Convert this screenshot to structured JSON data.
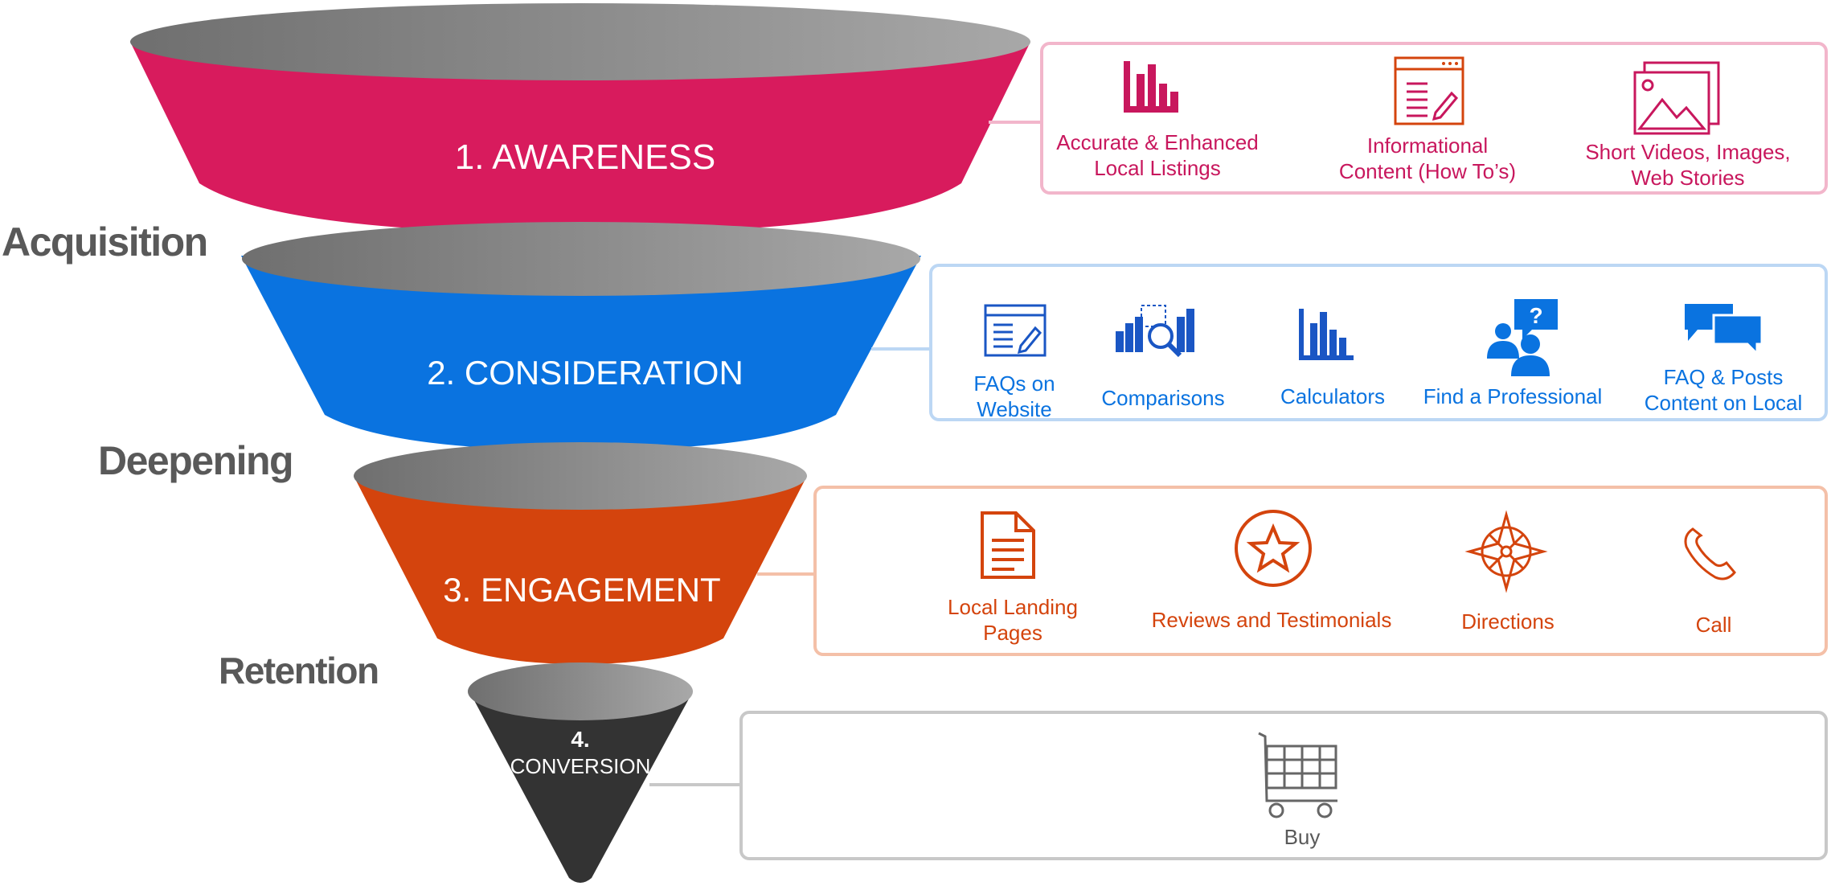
{
  "side_labels": {
    "acquisition": "Acquisition",
    "deepening": "Deepening",
    "retention": "Retention"
  },
  "stages": {
    "awareness": {
      "label": "1. AWARENESS",
      "color": "#d81b5d",
      "items": [
        {
          "icon": "bar-chart-icon",
          "lines": [
            "Accurate & Enhanced",
            "Local Listings"
          ]
        },
        {
          "icon": "edit-document-icon",
          "lines": [
            "Informational",
            "Content (How To’s)"
          ]
        },
        {
          "icon": "image-gallery-icon",
          "lines": [
            "Short Videos, Images,",
            "Web Stories"
          ]
        }
      ]
    },
    "consideration": {
      "label": "2. CONSIDERATION",
      "color": "#0a73e0",
      "items": [
        {
          "icon": "browser-edit-icon",
          "lines": [
            "FAQs on",
            "Website"
          ]
        },
        {
          "icon": "search-chart-icon",
          "lines": [
            "Comparisons"
          ]
        },
        {
          "icon": "bar-chart-icon",
          "lines": [
            "Calculators"
          ]
        },
        {
          "icon": "find-professional-icon",
          "lines": [
            "Find a Professional"
          ]
        },
        {
          "icon": "chat-bubbles-icon",
          "lines": [
            "FAQ & Posts",
            "Content on Local"
          ]
        }
      ]
    },
    "engagement": {
      "label": "3. ENGAGEMENT",
      "color": "#d4440d",
      "items": [
        {
          "icon": "document-icon",
          "lines": [
            "Local Landing",
            "Pages"
          ]
        },
        {
          "icon": "star-icon",
          "lines": [
            "Reviews and Testimonials"
          ]
        },
        {
          "icon": "compass-icon",
          "lines": [
            "Directions"
          ]
        },
        {
          "icon": "phone-icon",
          "lines": [
            "Call"
          ]
        }
      ]
    },
    "conversion": {
      "label_line1": "4.",
      "label_line2": "CONVERSION",
      "color": "#333333",
      "items": [
        {
          "icon": "shopping-cart-icon",
          "lines": [
            "Buy"
          ]
        }
      ]
    }
  }
}
